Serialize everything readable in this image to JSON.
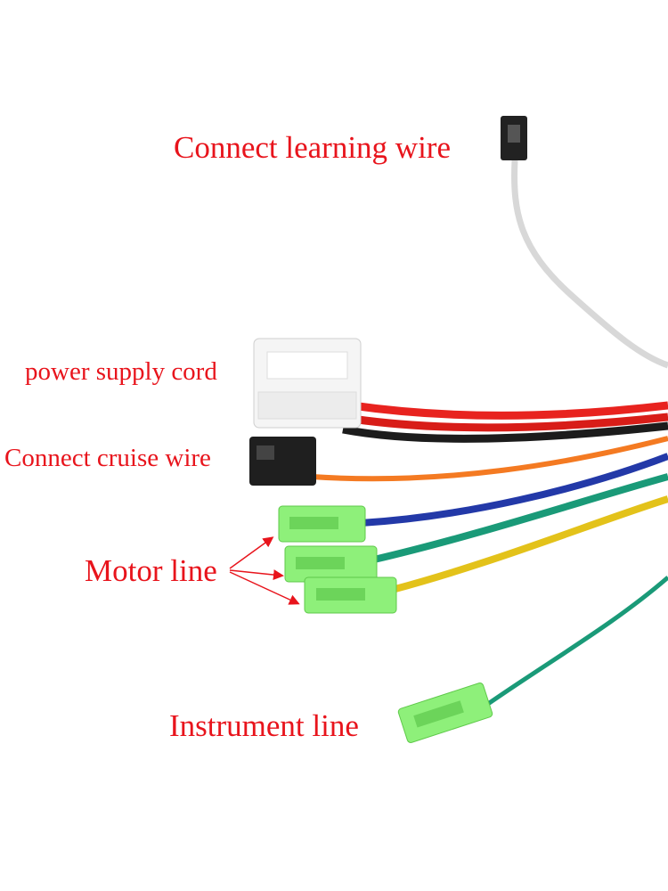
{
  "labels": {
    "learning_wire": "Connect learning wire",
    "power_supply": "power supply cord",
    "cruise_wire": "Connect cruise wire",
    "motor_line": "Motor line",
    "instrument_line": "Instrument line"
  },
  "colors": {
    "label": "#e8141c",
    "red_wire": "#e8231f",
    "black_wire": "#1c1c1c",
    "orange_wire": "#f47a22",
    "blue_wire": "#2339a8",
    "green_wire": "#1a9a78",
    "yellow_wire": "#e3c21a",
    "white_wire": "#dcdcdc",
    "terminal": "#8ef07a"
  }
}
